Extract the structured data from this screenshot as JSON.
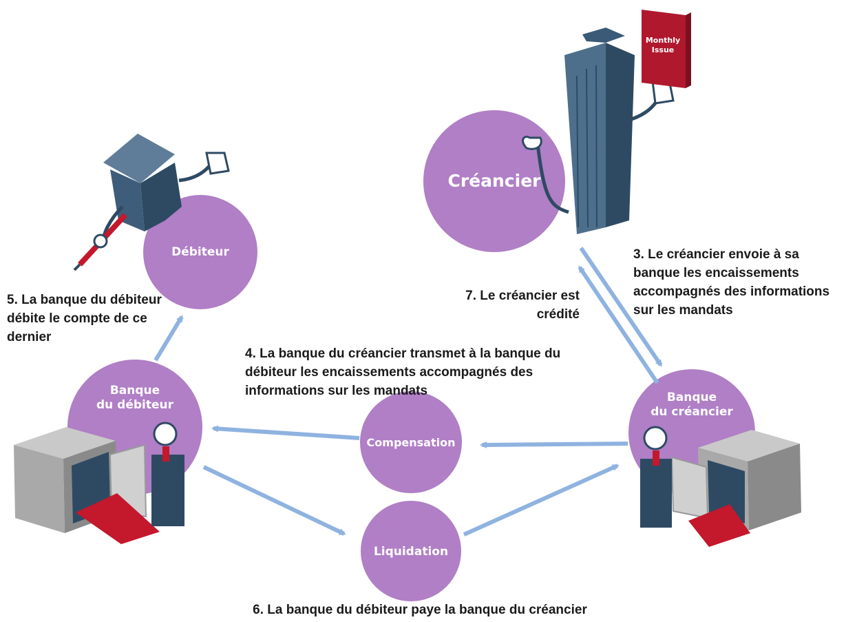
{
  "colors": {
    "circle": "#b07fc6",
    "arrow": "#8fb3e0",
    "building_dark": "#2e4a63",
    "building_light": "#4d6f8c",
    "book_red": "#b0182e",
    "safe_grey": "#a9a9a9",
    "carpet_red": "#c4182c",
    "text": "#1a1a1a"
  },
  "nodes": {
    "creancier": "Créancier",
    "debiteur": "Débiteur",
    "banque_debiteur": [
      "Banque",
      "du débiteur"
    ],
    "banque_creancier": [
      "Banque",
      "du créancier"
    ],
    "compensation": "Compensation",
    "liquidation": "Liquidation"
  },
  "book_label": [
    "Monthly",
    "Issue"
  ],
  "steps": {
    "step3": "3. Le créancier envoie à sa banque les encaissements accompagnés des informations sur les mandats",
    "step4": "4. La banque du créancier transmet à la banque du débiteur les encaissements accompagnés des informations sur les mandats",
    "step5": "5. La banque du débiteur débite le compte de ce dernier",
    "step6": "6. La banque du débiteur paye la banque du créancier",
    "step7": "7. Le créancier est crédité"
  }
}
